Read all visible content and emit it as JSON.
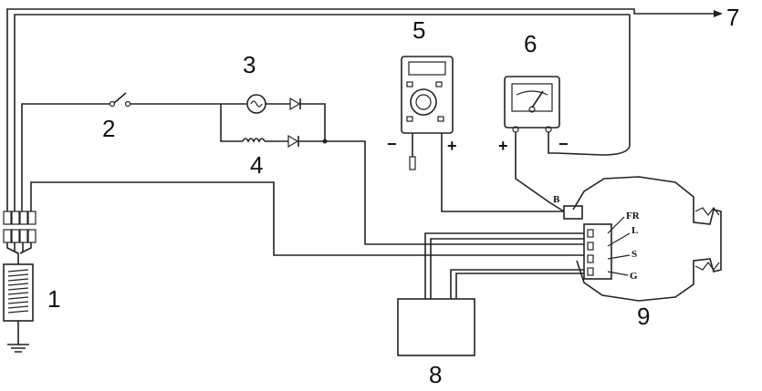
{
  "labels": {
    "l1": "1",
    "l2": "2",
    "l3": "3",
    "l4": "4",
    "l5": "5",
    "l6": "6",
    "l7": "7",
    "l8": "8",
    "l9": "9"
  },
  "terminals": {
    "b": "B",
    "fr": "FR",
    "l": "L",
    "s": "S",
    "g": "G"
  },
  "signs": {
    "multimeter_minus": "−",
    "multimeter_plus": "+",
    "voltmeter_plus": "+",
    "voltmeter_minus": "−"
  }
}
